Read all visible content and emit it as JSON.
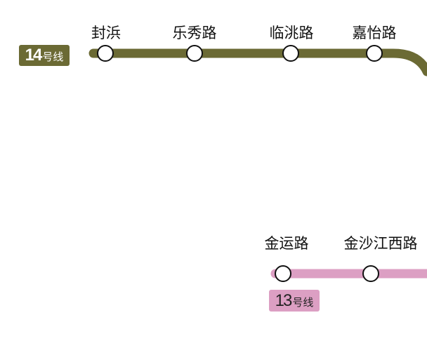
{
  "colors": {
    "line14": "#6b6a34",
    "line13": "#dc9fc3",
    "background": "#ffffff",
    "station_fill": "#ffffff",
    "station_stroke": "#111111"
  },
  "lines": [
    {
      "id": "line14",
      "badge_number": "14",
      "badge_suffix": "号线",
      "stations": [
        "封浜",
        "乐秀路",
        "临洮路",
        "嘉怡路"
      ]
    },
    {
      "id": "line13",
      "badge_number": "13",
      "badge_suffix": "号线",
      "stations": [
        "金运路",
        "金沙江西路"
      ]
    }
  ]
}
